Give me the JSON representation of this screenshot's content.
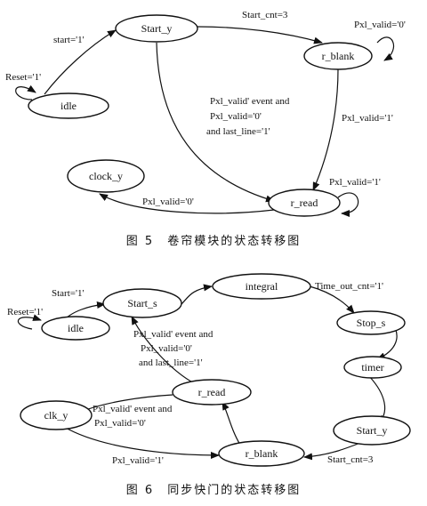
{
  "figure5": {
    "caption": "图 5　卷帘模块的状态转移图",
    "states": {
      "idle": "idle",
      "start_y": "Start_y",
      "r_blank": "r_blank",
      "r_read": "r_read",
      "clock_y": "clock_y"
    },
    "edges": {
      "reset": "Reset='1'",
      "start": "start='1'",
      "start_cnt": "Start_cnt=3",
      "pxl_valid_0_loop": "Pxl_valid='0'",
      "pxl_valid_1": "Pxl_valid='1'",
      "pxl_valid_1_loop": "Pxl_valid='1'",
      "cond_line1": "Pxl_valid' event and",
      "cond_line2": "Pxl_valid='0'",
      "cond_line3": "and last_line='1'",
      "pxl_valid_0_to_clock": "Pxl_valid='0'"
    }
  },
  "figure6": {
    "caption": "图 6　同步快门的状态转移图",
    "states": {
      "idle": "idle",
      "start_s": "Start_s",
      "integral": "integral",
      "stop_s": "Stop_s",
      "timer": "timer",
      "start_y": "Start_y",
      "r_blank": "r_blank",
      "r_read": "r_read",
      "clk_y": "clk_y"
    },
    "edges": {
      "reset": "Reset='1'",
      "start": "Start='1'",
      "time_out": "Time_out_cnt='1'",
      "start_cnt": "Start_cnt=3",
      "pxl_valid_1": "Pxl_valid='1'",
      "cond_line1": "Pxl_valid' event and",
      "cond_line2": "Pxl_valid='0'",
      "cond_line3": "and last_line='1'",
      "clk_cond_line1": "Pxl_valid' event and",
      "clk_cond_line2": "Pxl_valid='0'"
    }
  }
}
